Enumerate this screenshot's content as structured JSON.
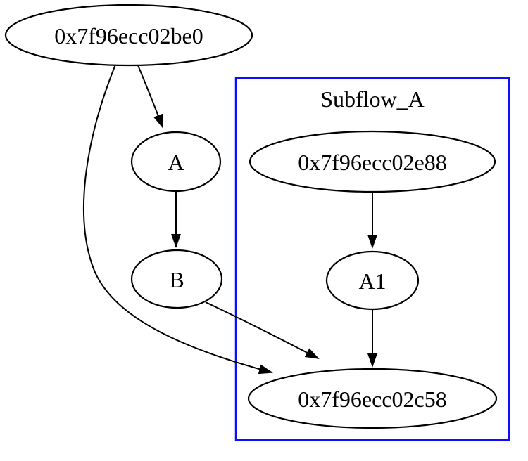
{
  "diagram": {
    "type": "directed-graph",
    "cluster": {
      "label": "Subflow_A",
      "border_color": "#0d0dff"
    },
    "nodes": {
      "be0": {
        "label": "0x7f96ecc02be0"
      },
      "a": {
        "label": "A"
      },
      "b": {
        "label": "B"
      },
      "e88": {
        "label": "0x7f96ecc02e88"
      },
      "a1": {
        "label": "A1"
      },
      "c58": {
        "label": "0x7f96ecc02c58"
      }
    },
    "edges": [
      {
        "from": "0x7f96ecc02be0",
        "to": "A"
      },
      {
        "from": "0x7f96ecc02be0",
        "to": "0x7f96ecc02c58"
      },
      {
        "from": "A",
        "to": "B"
      },
      {
        "from": "B",
        "to": "0x7f96ecc02c58"
      },
      {
        "from": "0x7f96ecc02e88",
        "to": "A1"
      },
      {
        "from": "A1",
        "to": "0x7f96ecc02c58"
      }
    ],
    "colors": {
      "background": "#ffffff",
      "node_stroke": "#000000",
      "edge": "#000000",
      "text": "#000000",
      "cluster_border": "#0d0dff"
    }
  }
}
